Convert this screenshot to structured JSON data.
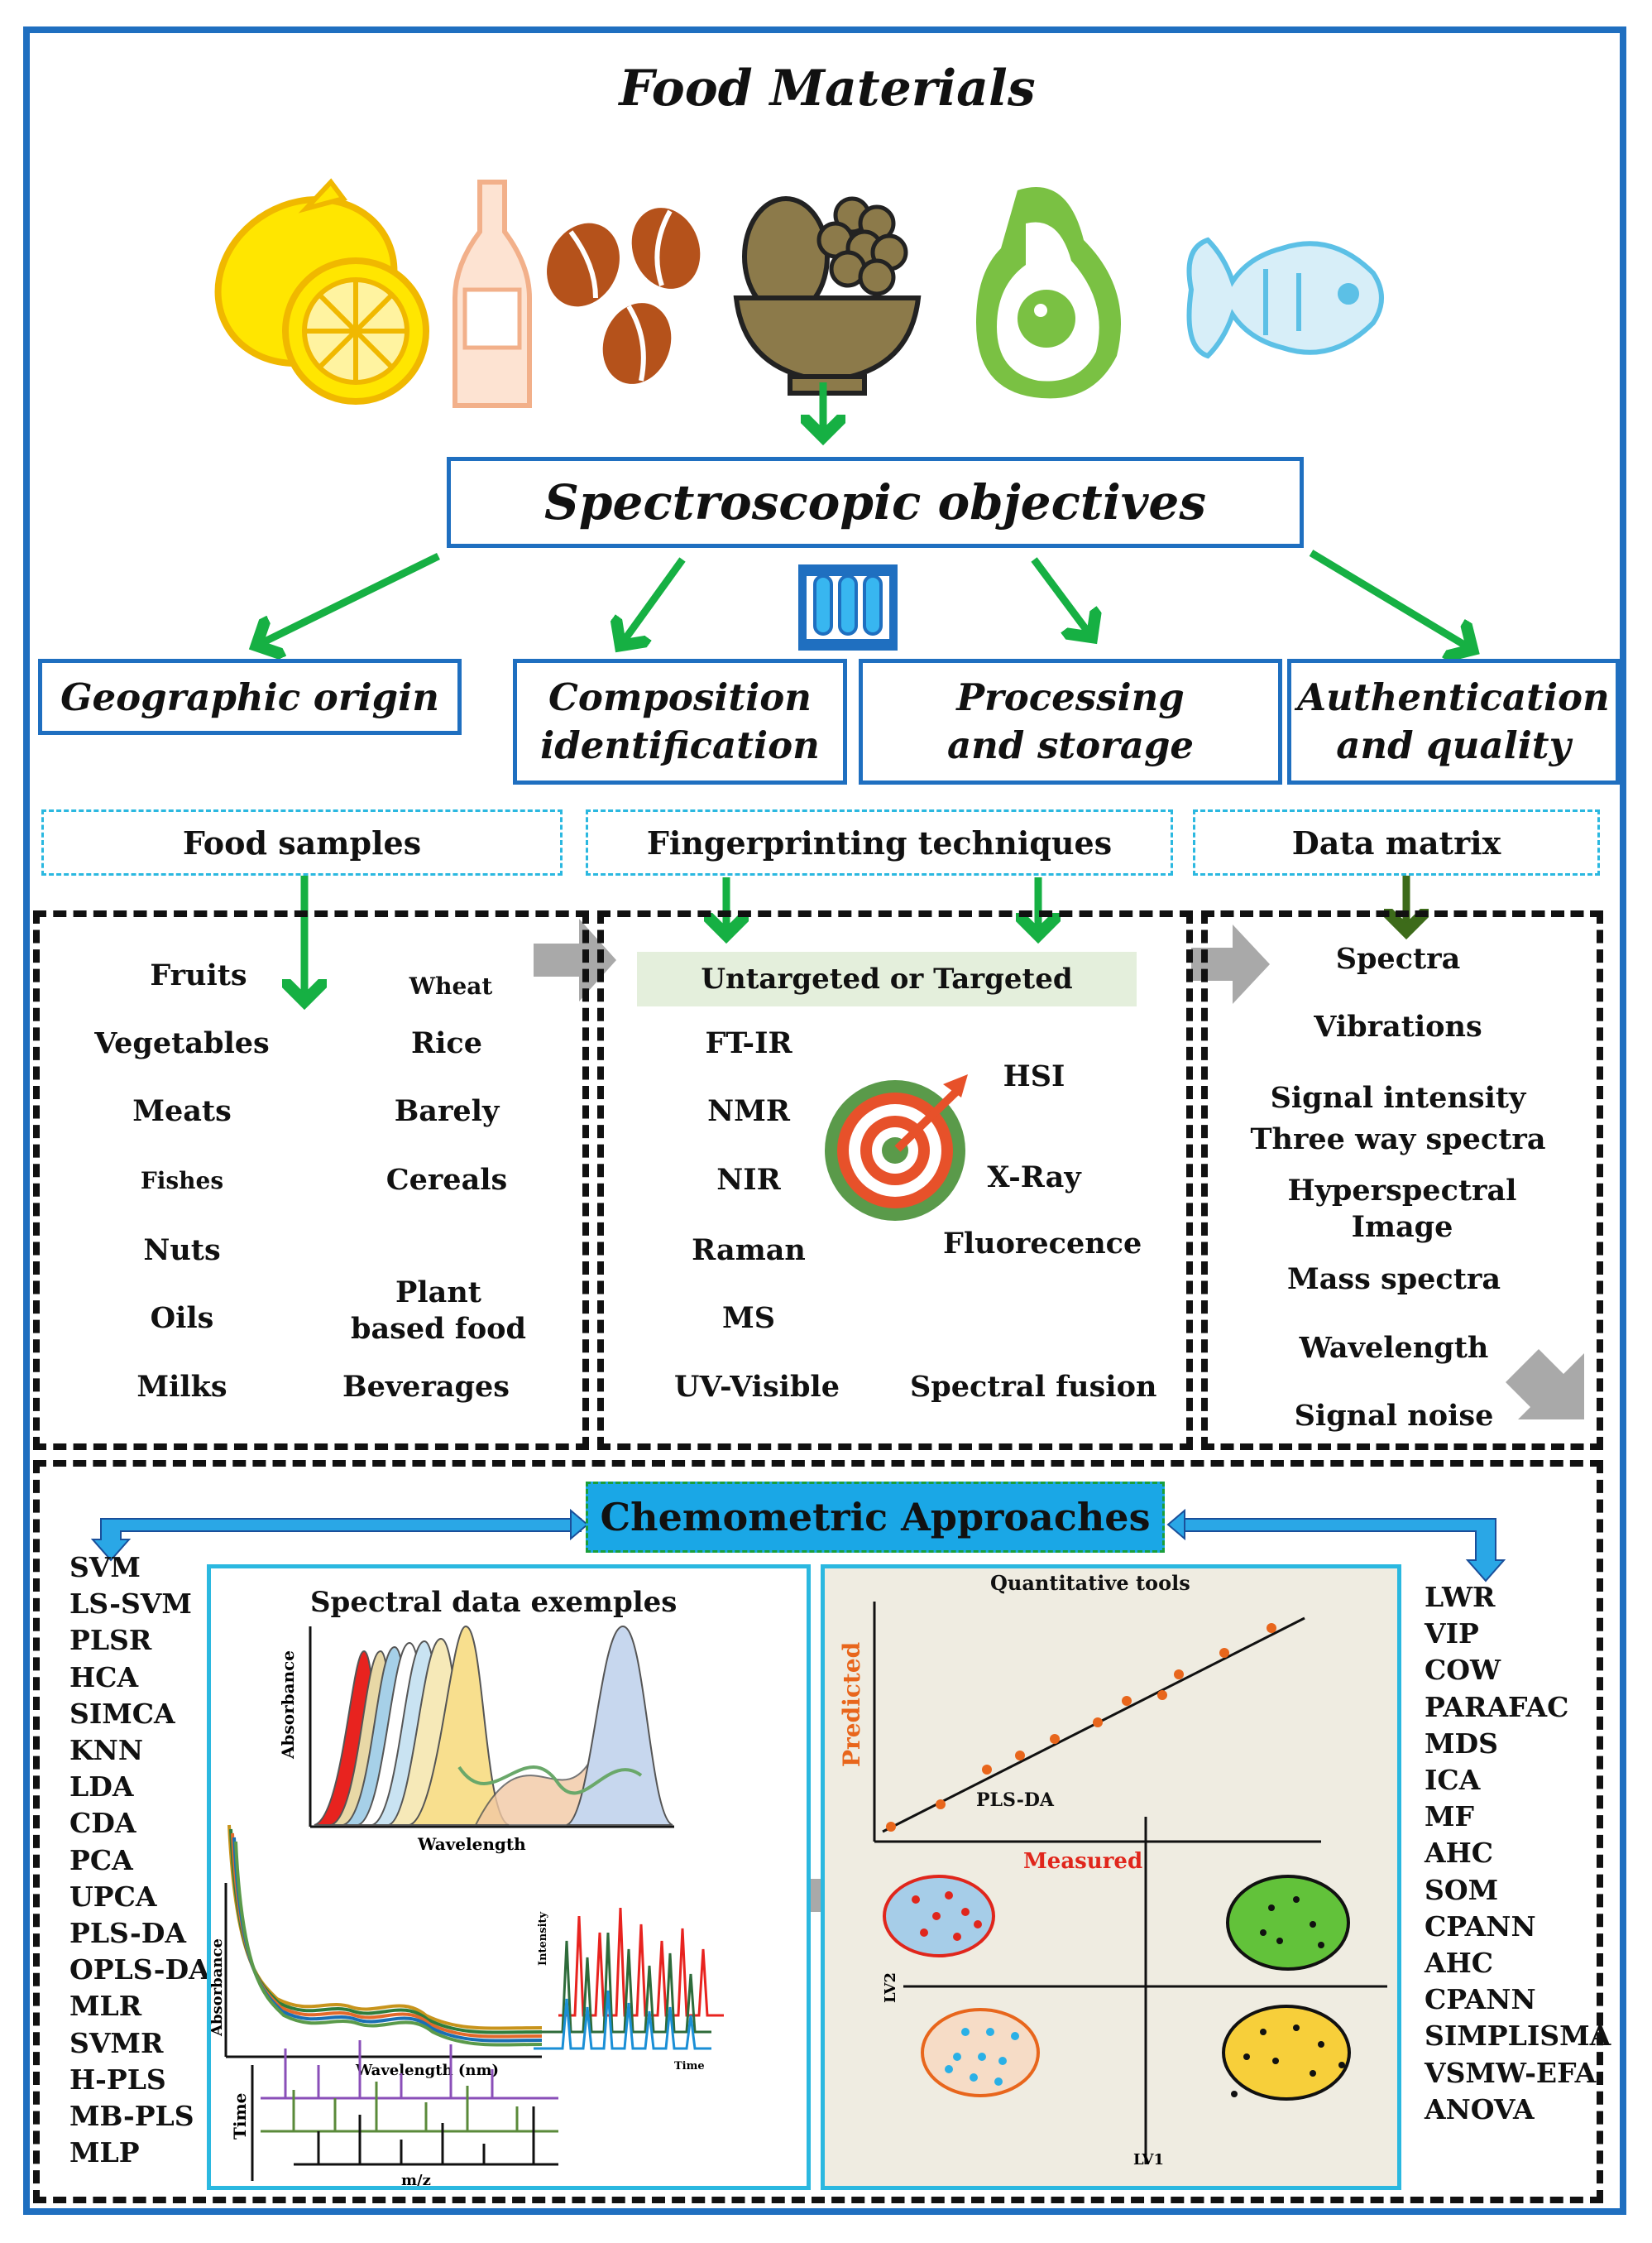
{
  "header": {
    "title": "Food Materials"
  },
  "objective": {
    "title": "Spectroscopic objectives"
  },
  "objective_boxes": [
    "Geographic origin",
    "Composition identification",
    "Processing and storage",
    "Authentication and quality"
  ],
  "sections": {
    "food_samples": "Food samples",
    "fingerprinting": "Fingerprinting techniques",
    "data_matrix": "Data matrix"
  },
  "food_samples": {
    "left": [
      "Fruits",
      "Vegetables",
      "Meats",
      "Fishes",
      "Nuts",
      "Oils",
      "Milks"
    ],
    "right": [
      "Wheat",
      "Rice",
      "Barely",
      "Cereals",
      "Plant based food",
      "Beverages"
    ]
  },
  "fingerprinting": {
    "banner": "Untargeted or Targeted",
    "left": [
      "FT-IR",
      "NMR",
      "NIR",
      "Raman",
      "MS",
      "UV-Visible"
    ],
    "right": [
      "HSI",
      "X-Ray",
      "Fluorecence",
      "Spectral fusion"
    ]
  },
  "data_matrix": [
    "Spectra",
    "Vibrations",
    "Signal intensity",
    "Three way spectra",
    "Hyperspectral",
    "Image",
    "Mass spectra",
    "Wavelength",
    "Signal noise"
  ],
  "chemometric": {
    "title": "Chemometric Approaches",
    "left_list": [
      "SVM",
      "LS-SVM",
      "PLSR",
      "HCA",
      "SIMCA",
      "KNN",
      "LDA",
      "CDA",
      "PCA",
      "UPCA",
      "PLS-DA",
      "OPLS-DA",
      "MLR",
      "SVMR",
      "H-PLS",
      "MB-PLS",
      "MLP"
    ],
    "right_list": [
      "LWR",
      "VIP",
      "COW",
      "PARAFAC",
      "MDS",
      "ICA",
      "MF",
      "AHC",
      "SOM",
      "CPANN",
      "AHC",
      "CPANN",
      "SIMPLISMA",
      "VSMW-EFA",
      "ANOVA"
    ]
  },
  "spectral_panel": {
    "title": "Spectral data exemples",
    "inset_ylabel": "Absorbance",
    "inset_xlabel": "Wavelength",
    "main_ylabel": "Absorbance",
    "main_xlabel": "Wavelength (nm)",
    "chrom_ylabel": "Intensity",
    "chrom_xlabel": "Time",
    "ms_ylabel": "Time",
    "ms_xlabel": "m/z"
  },
  "quant_panel": {
    "title": "Quantitative tools",
    "ylabel": "Predicted",
    "xlabel": "Measured",
    "plsda_label": "PLS-DA",
    "lv1": "LV1",
    "lv2": "LV2"
  },
  "colors": {
    "frame_blue": "#1f6fc0",
    "arrow_green": "#16b043",
    "dotted_cyan": "#2bb8e0",
    "chemometric_bg": "#1aa7e6",
    "banner_green": "#e4efdc",
    "quant_bg": "#efece1",
    "measured_red": "#e0261c",
    "predicted_orange": "#e8661c"
  },
  "chart_data": {
    "type": "scatter",
    "title": "Quantitative tools",
    "xlabel": "Measured",
    "ylabel": "Predicted",
    "x": [
      1.0,
      3.0,
      4.5,
      5.5,
      7.0,
      8.0,
      9.0,
      9.3,
      11.0,
      12.8
    ],
    "y": [
      1.2,
      2.6,
      4.4,
      5.2,
      5.7,
      6.9,
      7.7,
      8.1,
      9.0,
      10.0
    ]
  }
}
